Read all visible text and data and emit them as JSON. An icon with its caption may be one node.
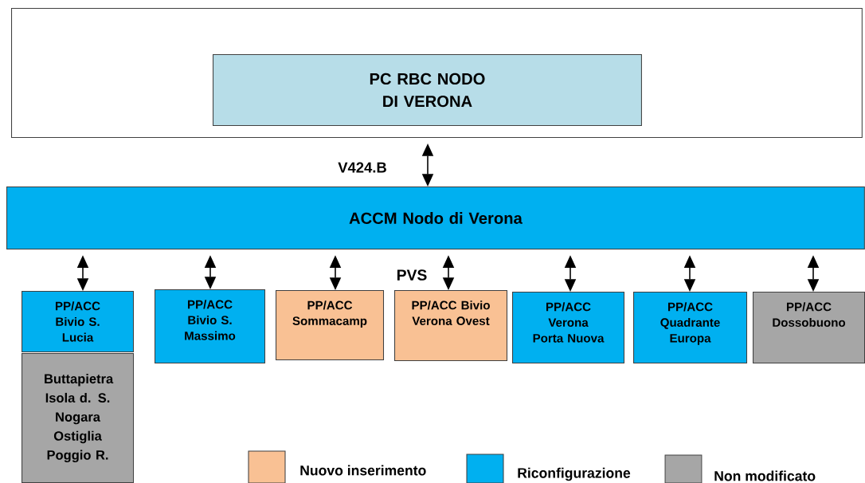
{
  "diagram": {
    "nodes": [
      {
        "text": [],
        "shape": "box"
      },
      {
        "text": [
          "PC RBC NODO DI VERONA"
        ],
        "in": 0
      },
      {
        "text": [
          "ACCM Nodo di Verona"
        ]
      },
      {
        "text": [
          "PP/ACC Bivio S. Lucia"
        ]
      },
      {
        "text": [
          "PP/ACC Bivio S. Massimo"
        ]
      },
      {
        "text": [
          "PP/ACC Sommacamp"
        ]
      },
      {
        "text": [
          "PP/ACC Bivio Verona Ovest"
        ]
      },
      {
        "text": [
          "PP/ACC Verona Porta Nuova"
        ]
      },
      {
        "text": [
          "PP/ACC Quadrante Europa"
        ]
      },
      {
        "text": [
          "PP/ACC Dossobuono"
        ]
      },
      {
        "text": [
          "Buttapietra Isola d. S. Nogara Ostiglia Poggio R."
        ]
      }
    ],
    "edges": [
      {
        "from": 0,
        "to": 2,
        "arrow": "both",
        "label": "V424.B"
      },
      {
        "from": 2,
        "to": 3,
        "arrow": "both"
      },
      {
        "from": 2,
        "to": 4,
        "arrow": "both"
      },
      {
        "from": 2,
        "to": 5,
        "arrow": "both"
      },
      {
        "from": 2,
        "to": 6,
        "arrow": "both"
      },
      {
        "from": 2,
        "to": 7,
        "arrow": "both"
      },
      {
        "from": 2,
        "to": 8,
        "arrow": "both"
      },
      {
        "from": 2,
        "to": 9,
        "arrow": "both"
      }
    ],
    "labels": [
      "PVS"
    ],
    "legend": [
      {
        "text": "Nuovo inserimento",
        "color": "#f9c194"
      },
      {
        "text": "Riconfigurazione",
        "color": "#00b0f0"
      },
      {
        "text": "Non modificato",
        "color": "#a6a6a6"
      }
    ]
  }
}
